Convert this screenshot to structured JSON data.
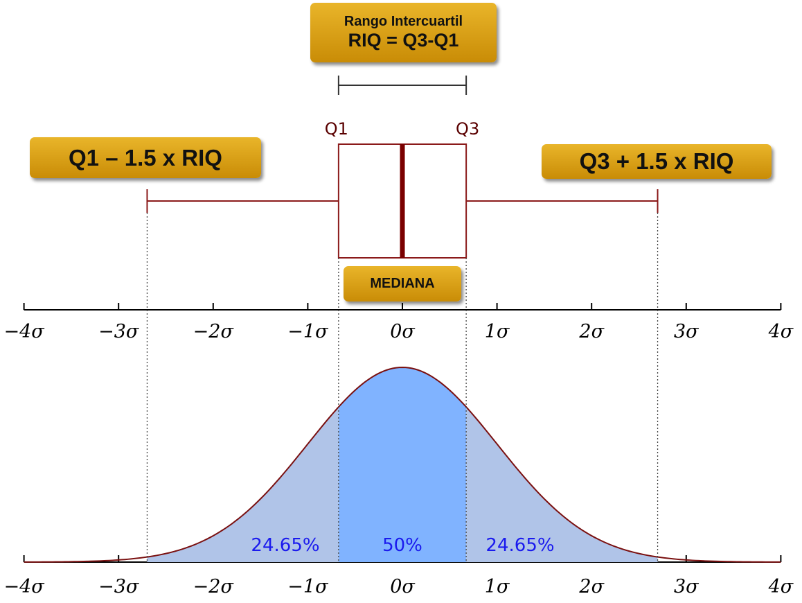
{
  "title_box": {
    "line1": "Rango Intercuartil",
    "line2": "RIQ = Q3-Q1"
  },
  "labels": {
    "lower_fence": "Q1 – 1.5 x RIQ",
    "upper_fence": "Q3 + 1.5 x RIQ",
    "median": "MEDIANA",
    "q1": "Q1",
    "q3": "Q3"
  },
  "axis": {
    "ticks": [
      -4,
      -3,
      -2,
      -1,
      0,
      1,
      2,
      3,
      4
    ],
    "tick_labels": [
      "−4σ",
      "−3σ",
      "−2σ",
      "−1σ",
      "0σ",
      "1σ",
      "2σ",
      "3σ",
      "4σ"
    ]
  },
  "boxplot": {
    "q1": -0.6745,
    "median": 0,
    "q3": 0.6745,
    "lower_whisker": -2.698,
    "upper_whisker": 2.698
  },
  "area_labels": {
    "left": "24.65%",
    "center": "50%",
    "right": "24.65%"
  },
  "colors": {
    "box_stroke": "#8b1a1a",
    "median_line": "#7a0000",
    "curve": "#7a1010",
    "tail_fill": "#b0c4e8",
    "center_fill": "#80b3ff",
    "percent_text": "#1a1aee",
    "label_gold": "#d9a00f"
  }
}
